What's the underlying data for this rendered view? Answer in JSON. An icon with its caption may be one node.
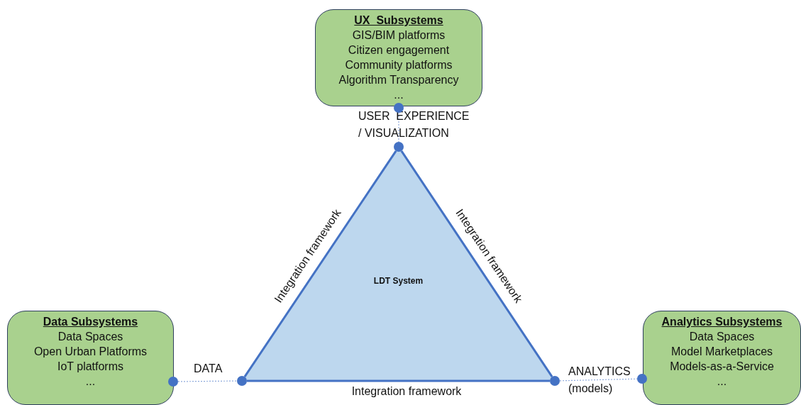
{
  "diagram": {
    "nodes": [
      {
        "text": [
          "UX  Subsystems",
          "GIS/BIM platforms",
          "Citizen engagement",
          "Community platforms",
          "Algorithm Transparency",
          "..."
        ]
      },
      {
        "text": [
          "Data Subsystems",
          "Data Spaces",
          "Open Urban Platforms",
          "IoT platforms",
          "..."
        ]
      },
      {
        "text": [
          "Analytics Subsystems",
          "Data Spaces",
          "Model Marketplaces",
          "Models-as-a-Service",
          "..."
        ]
      },
      {
        "text": [
          "LDT System"
        ]
      },
      {
        "text": [],
        "shape": "circle"
      },
      {
        "text": [],
        "shape": "circle",
        "beside": [
          "USER  EXPERIENCE / VISUALIZATION"
        ]
      },
      {
        "text": [],
        "shape": "circle"
      },
      {
        "text": [],
        "shape": "circle",
        "beside": [
          "DATA"
        ]
      },
      {
        "text": [],
        "shape": "circle",
        "beside": [
          "ANALYTICS (models)"
        ]
      },
      {
        "text": [],
        "shape": "circle"
      }
    ],
    "edges": [
      {
        "from": 4,
        "to": 5,
        "arrow": "none",
        "style": "dashed",
        "color": "#8faadc"
      },
      {
        "from": 6,
        "to": 7,
        "arrow": "none",
        "style": "dashed",
        "color": "#8faadc"
      },
      {
        "from": 8,
        "to": 9,
        "arrow": "none",
        "style": "dashed",
        "color": "#8faadc"
      },
      {
        "from": 5,
        "to": 7,
        "arrow": "none",
        "label": "Integration framework",
        "style": "thick"
      },
      {
        "from": 5,
        "to": 8,
        "arrow": "none",
        "label": "Integration framework",
        "style": "thick"
      },
      {
        "from": 7,
        "to": 8,
        "arrow": "none",
        "label": "Integration framework",
        "style": "thick"
      }
    ]
  }
}
